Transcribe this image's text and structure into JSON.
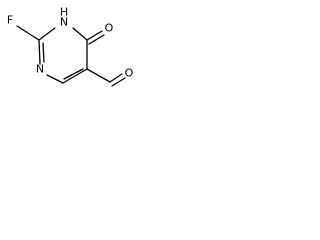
{
  "molecule": {
    "atoms": {
      "fluorine": "F",
      "n1_hydrogen": "H",
      "n1": "N",
      "n3": "N",
      "carbonyl_oxygen": "O",
      "aldehyde_oxygen": "O"
    }
  }
}
